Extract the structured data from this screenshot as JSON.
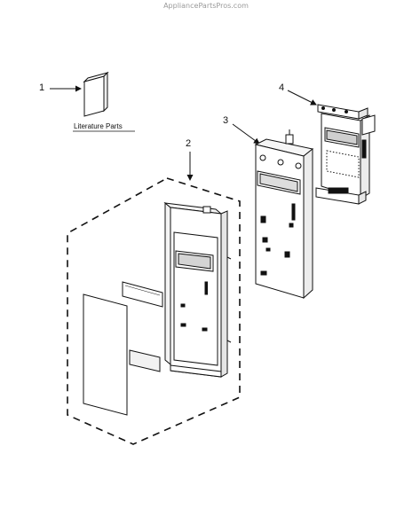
{
  "watermark": "AppliancePartsPros.com",
  "callouts": [
    {
      "number": "1"
    },
    {
      "number": "2"
    },
    {
      "number": "3"
    },
    {
      "number": "4"
    }
  ],
  "literature_label": "Literature Parts"
}
